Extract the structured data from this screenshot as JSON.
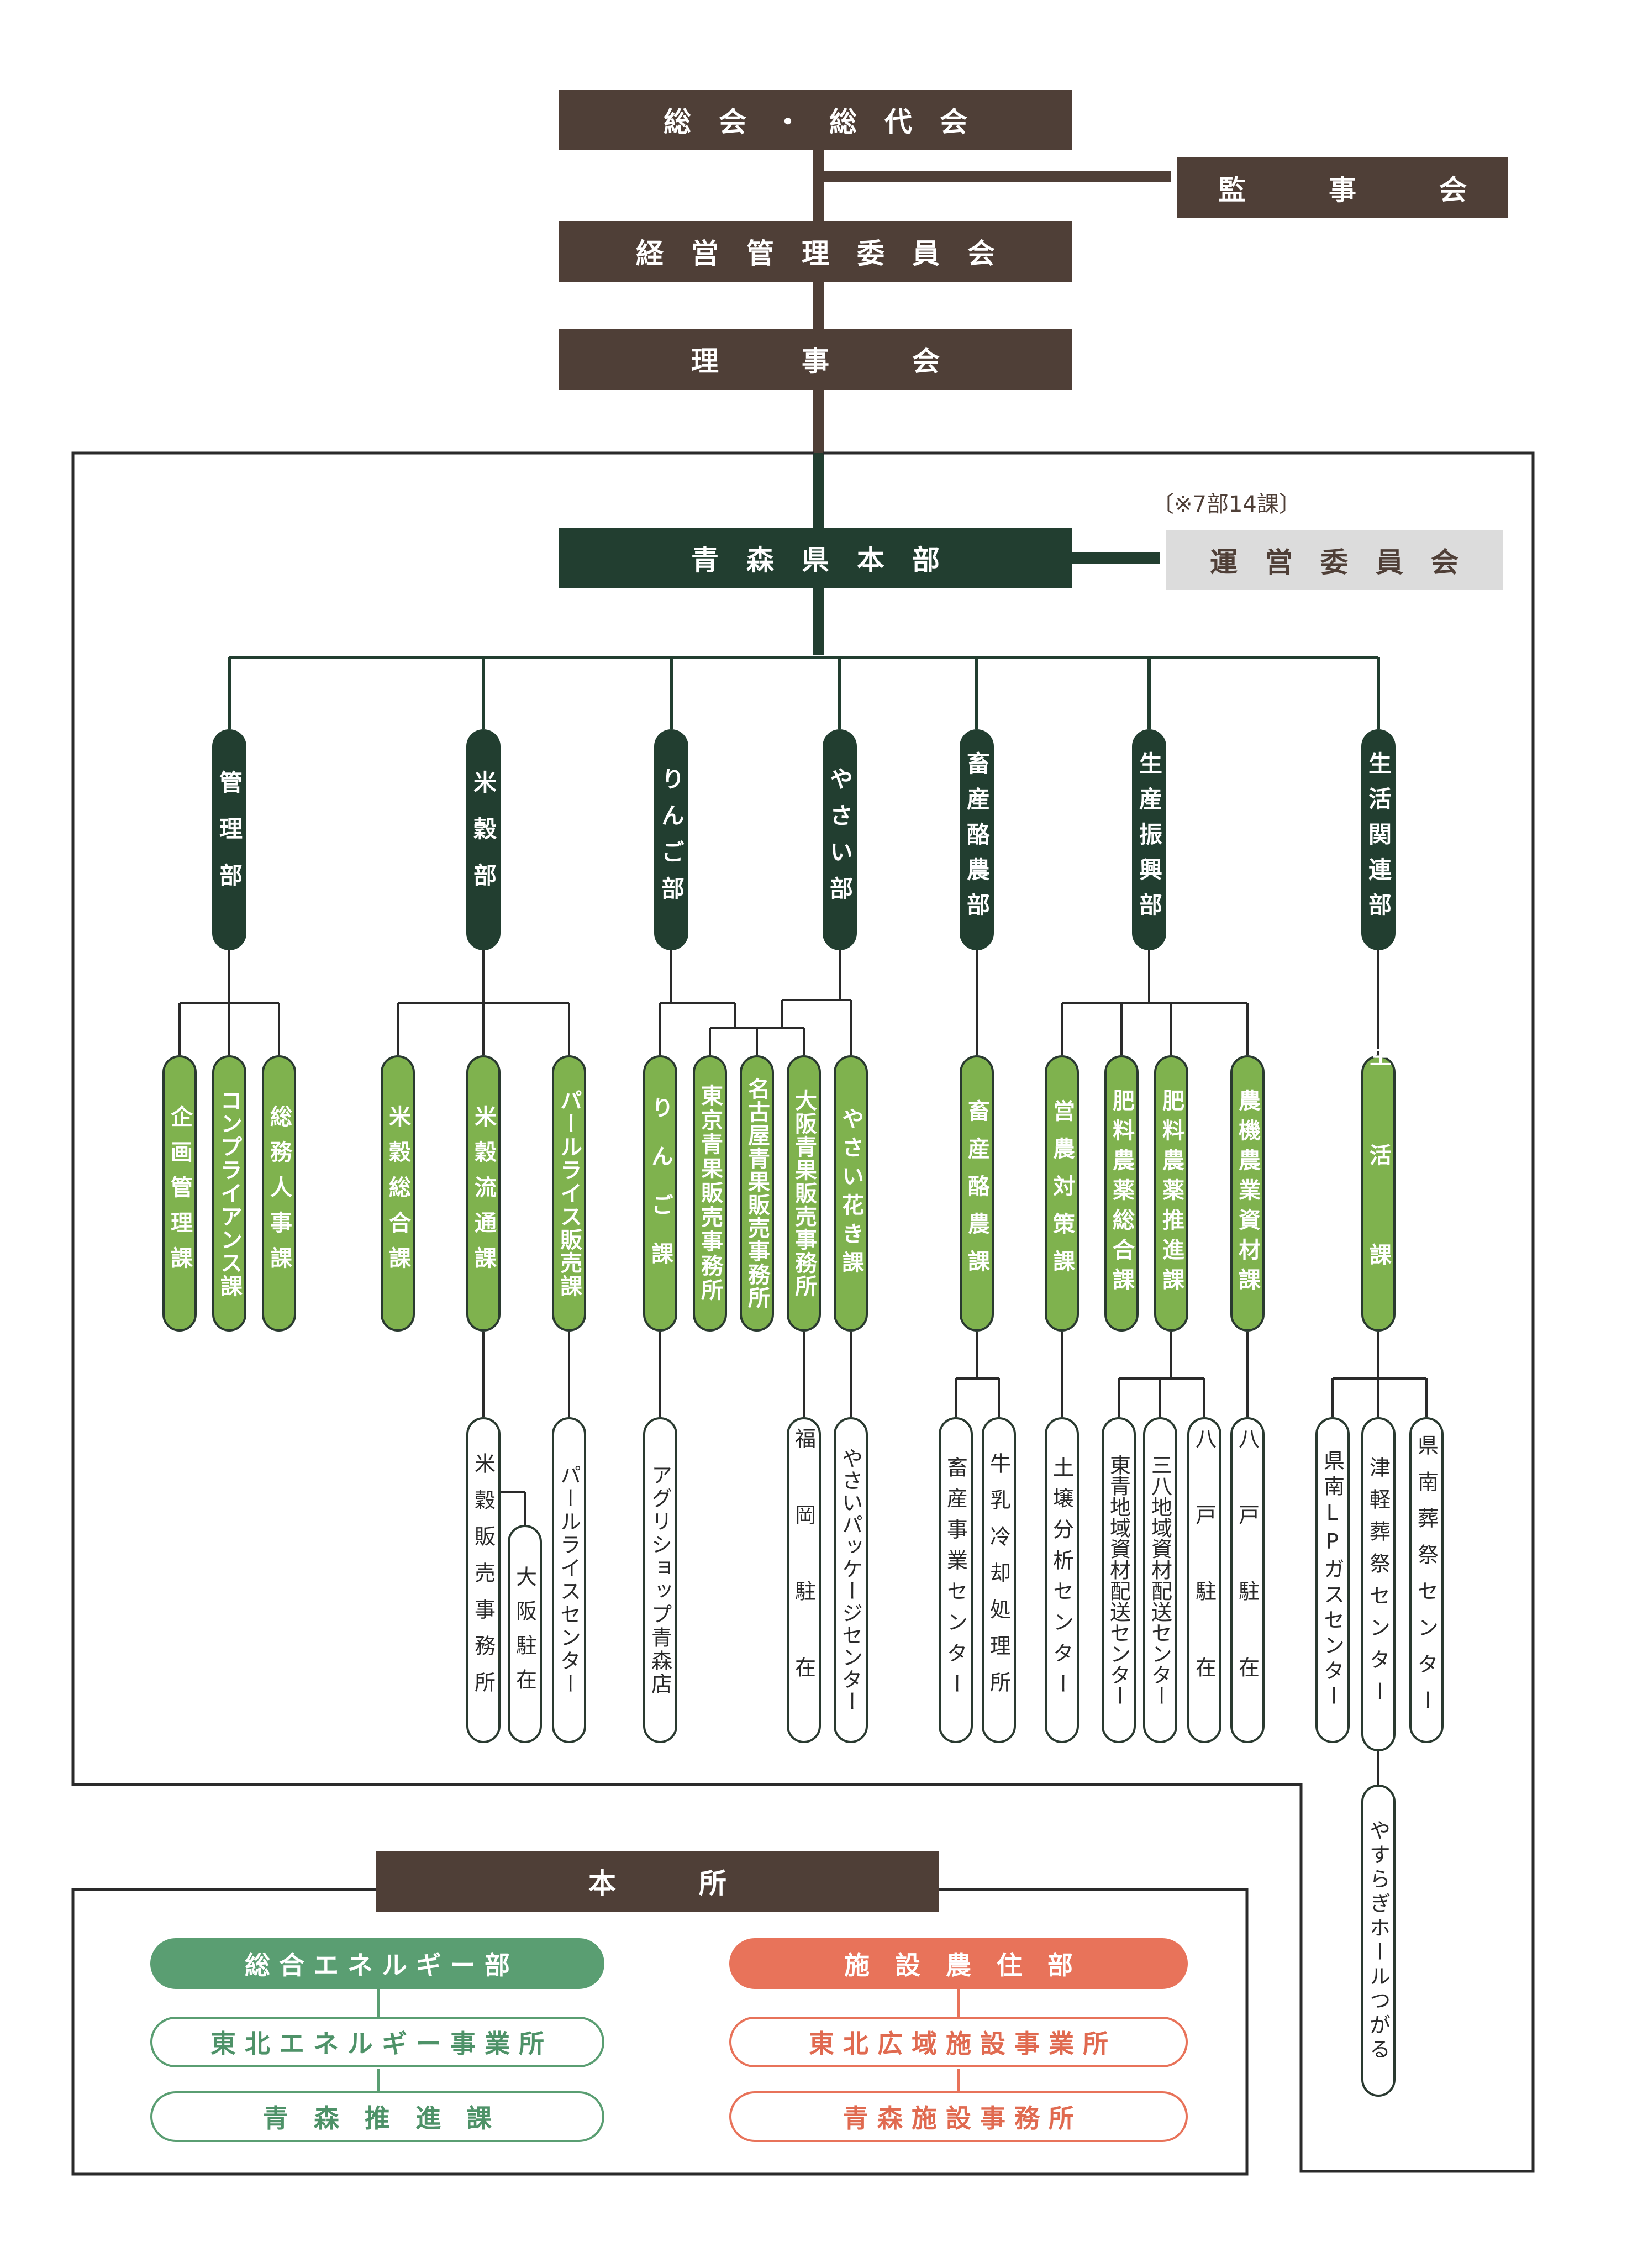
{
  "top": {
    "general_assembly": "総　会　・　総　代　会",
    "auditors": "監　　　事　　　会",
    "management_committee": "経　営　管　理　委　員　会",
    "board": "理　　　事　　　会"
  },
  "headquarters": {
    "name": "青　森　県　本　部",
    "note": "〔※7部14課〕",
    "steering_committee": "運　営　委　員　会"
  },
  "departments": [
    {
      "label": "管理部",
      "sections": [
        "企画管理課",
        "コンプライアンス課",
        "総務人事課"
      ]
    },
    {
      "label": "米穀部",
      "sections": [
        "米穀総合課",
        "米穀流通課",
        "パールライス販売課"
      ]
    },
    {
      "label": "りんご部",
      "sections": [
        "りんご課",
        "東京青果販売事務所",
        "名古屋青果販売事務所"
      ]
    },
    {
      "label": "やさい部",
      "sections": [
        "大阪青果販売事務所",
        "やさい花き課"
      ]
    },
    {
      "label": "畜産酪農部",
      "sections": [
        "畜産酪農課"
      ]
    },
    {
      "label": "生産振興部",
      "sections": [
        "営農対策課",
        "肥料農薬総合課",
        "肥料農薬推進課",
        "農機農業資材課"
      ]
    },
    {
      "label": "生活関連部",
      "sections": [
        "生活課"
      ]
    }
  ],
  "units": {
    "beikoku_hanbai": "米穀販売事務所",
    "osaka_chuzai": "大阪駐在",
    "pearl_rice_center": "パールライスセンター",
    "agri_shop": "アグリショップ青森店",
    "fukuoka_chuzai": "福岡駐在",
    "yasai_package": "やさいパッケージセンター",
    "chikusan_jigyo": "畜産事業センター",
    "gyunyu_reikyaku": "牛乳冷却処理所",
    "dojo_bunseki": "土壌分析センター",
    "tosei_shizai": "東青地域資材配送センター",
    "sanpachi_shizai": "三八地域資材配送センター",
    "hachinohe_chuzai_1": "八戸駐在",
    "hachinohe_chuzai_2": "八戸駐在",
    "kennan_lp": "県南LPガスセンター",
    "tsugaru_sosai": "津軽葬祭センター",
    "kennan_sosai": "県南葬祭センター",
    "yasuragi_hall": "やすらぎホールつがる"
  },
  "head_office": {
    "title": "本　　　所",
    "energy": {
      "dept": "総 合 エ ネ ル ギ ー 部",
      "office": "東 北 エ ネ ル ギ ー 事 業 所",
      "section": "青　森　推　進　課"
    },
    "facilities": {
      "dept": "施　設　農　住　部",
      "office": "東 北 広 域 施 設 事 業 所",
      "section": "青 森 施 設 事 務 所"
    }
  },
  "colors": {
    "brown": "#4f3f37",
    "dark_green": "#223e30",
    "section_green": "#7fb24e",
    "energy_green": "#5a9e72",
    "facility_red": "#e8735a",
    "steering_gray": "#dcdcdc"
  }
}
